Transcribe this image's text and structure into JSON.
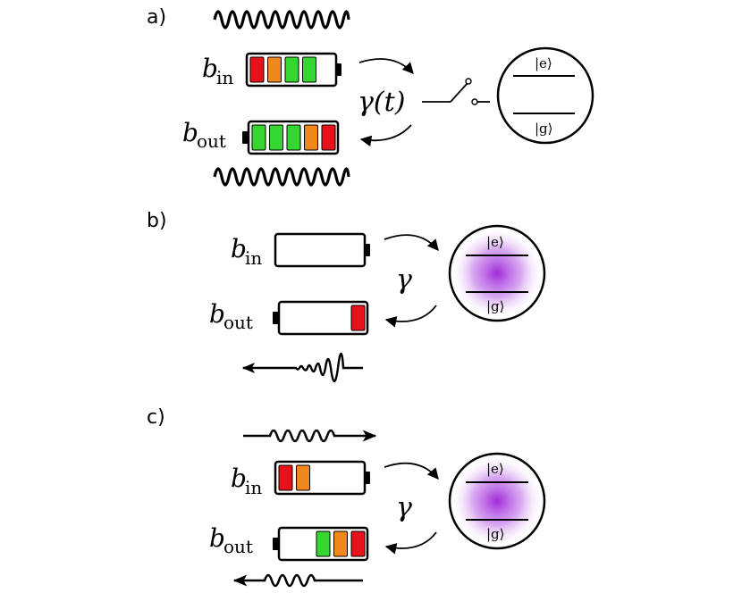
{
  "panels": [
    {
      "label": "a)",
      "b_in": "b",
      "b_in_sub": "in",
      "b_out": "b",
      "b_out_sub": "out",
      "coupling": "γ(t)",
      "excited": "|e⟩",
      "ground": "|g⟩",
      "battery_in_cells": [
        "#e8131a",
        "#f0871c",
        "#36d631",
        "#36d631"
      ],
      "battery_out_cells": [
        "#36d631",
        "#36d631",
        "#36d631",
        "#f0871c",
        "#e8131a"
      ]
    },
    {
      "label": "b)",
      "b_in": "b",
      "b_in_sub": "in",
      "b_out": "b",
      "b_out_sub": "out",
      "coupling": "γ",
      "excited": "|e⟩",
      "ground": "|g⟩",
      "battery_in_cells": [],
      "battery_out_cells": [
        "#e8131a"
      ]
    },
    {
      "label": "c)",
      "b_in": "b",
      "b_in_sub": "in",
      "b_out": "b",
      "b_out_sub": "out",
      "coupling": "γ",
      "excited": "|e⟩",
      "ground": "|g⟩",
      "battery_in_cells": [
        "#e8131a",
        "#f0871c"
      ],
      "battery_out_cells": [
        "#36d631",
        "#f0871c",
        "#e8131a"
      ]
    }
  ],
  "colors": {
    "atom_glow": "#9a1fd6",
    "stroke": "#000000"
  }
}
